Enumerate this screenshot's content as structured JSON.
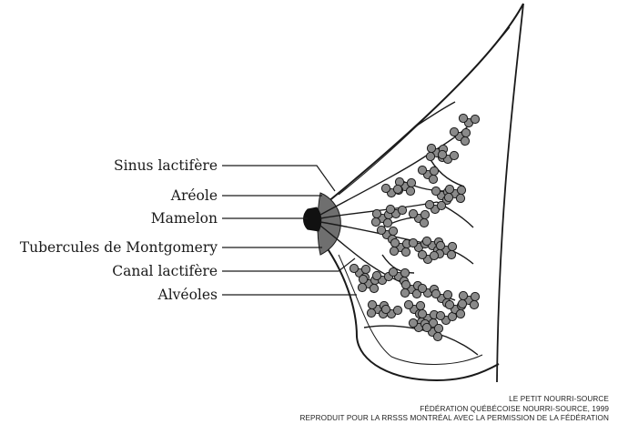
{
  "labels": {
    "sinus": "Sinus lactifère",
    "areole": "Aréole",
    "mamelon": "Mamelon",
    "tubercules": "Tubercules de Montgomery",
    "canal": "Canal lactifère",
    "alveoles": "Alvéoles"
  },
  "credits": {
    "line1": "LE PETIT NOURRI-SOURCE",
    "line2": "FÉDÉRATION QUÉBÉCOISE NOURRI-SOURCE, 1999",
    "line3": "REPRODUIT POUR LA RRSSS MONTRÉAL AVEC LA PERMISSION DE LA FÉDÉRATION"
  },
  "colors": {
    "ink": "#1a1a1a",
    "alveole_fill": "#8a8a8a",
    "areola_fill": "#6f6f6f",
    "background": "#ffffff"
  }
}
